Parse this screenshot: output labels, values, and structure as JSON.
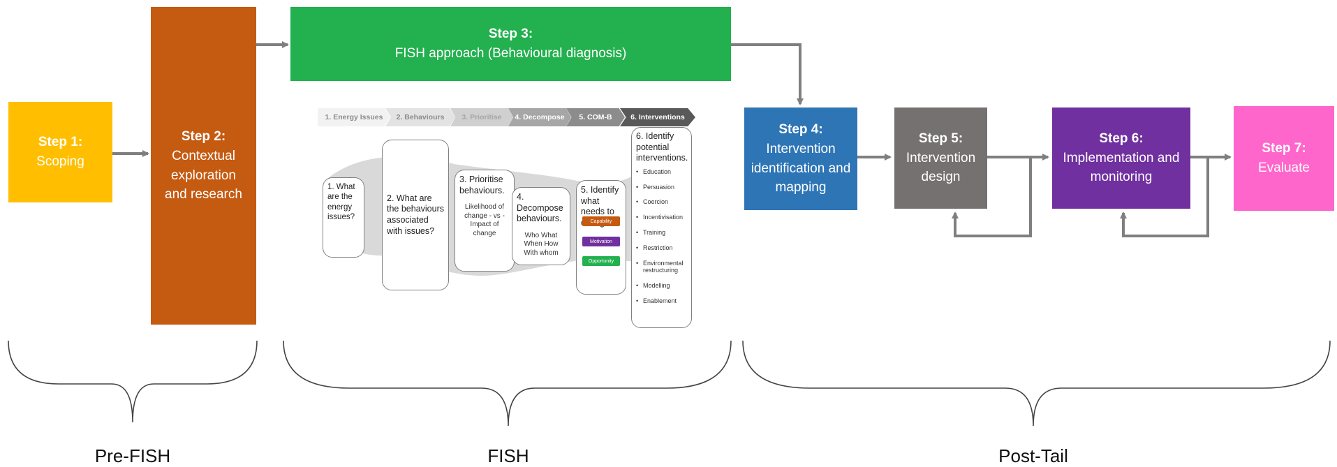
{
  "colors": {
    "step1": "#FFBF00",
    "step2": "#C55A11",
    "step3": "#23B04E",
    "step4": "#2E75B6",
    "step5": "#767171",
    "step6": "#7030A0",
    "step7": "#FF66CC",
    "arrow": "#7F7F7F",
    "capability": "#C55A11",
    "motivation": "#7030A0",
    "opportunity": "#23B04E"
  },
  "steps": [
    {
      "id": "step1",
      "title": "Step 1:",
      "body": "Scoping"
    },
    {
      "id": "step2",
      "title": "Step 2:",
      "body": "Contextual exploration and research"
    },
    {
      "id": "step3",
      "title": "Step 3:",
      "body": "FISH approach (Behavioural diagnosis)"
    },
    {
      "id": "step4",
      "title": "Step 4:",
      "body": "Intervention identification and mapping"
    },
    {
      "id": "step5",
      "title": "Step 5:",
      "body": "Intervention design"
    },
    {
      "id": "step6",
      "title": "Step 6:",
      "body": "Implementation and monitoring"
    },
    {
      "id": "step7",
      "title": "Step 7:",
      "body": "Evaluate"
    }
  ],
  "fish": {
    "chevrons": [
      "1. Energy Issues",
      "2. Behaviours",
      "3. Prioritise",
      "4. Decompose",
      "5. COM-B",
      "6. Interventions"
    ],
    "box1": "1. What are the energy issues?",
    "box2": "2. What are the behaviours associated with issues?",
    "box3": "3. Prioritise behaviours.",
    "box3_sub": "Likelihood of change - vs - Impact of change",
    "box4": "4. Decompose behaviours.",
    "box4_sub": "Who What When How With whom",
    "box5": "5. Identify what needs to change.",
    "com_b": [
      "Capability",
      "Motivation",
      "Opportunity"
    ],
    "box6": "6. Identify potential interventions.",
    "interventions": [
      "Education",
      "Persuasion",
      "Coercion",
      "Incentivisation",
      "Training",
      "Restriction",
      "Environmental restructuring",
      "Modelling",
      "Enablement"
    ]
  },
  "phases": [
    "Pre-FISH",
    "FISH",
    "Post-Tail"
  ]
}
